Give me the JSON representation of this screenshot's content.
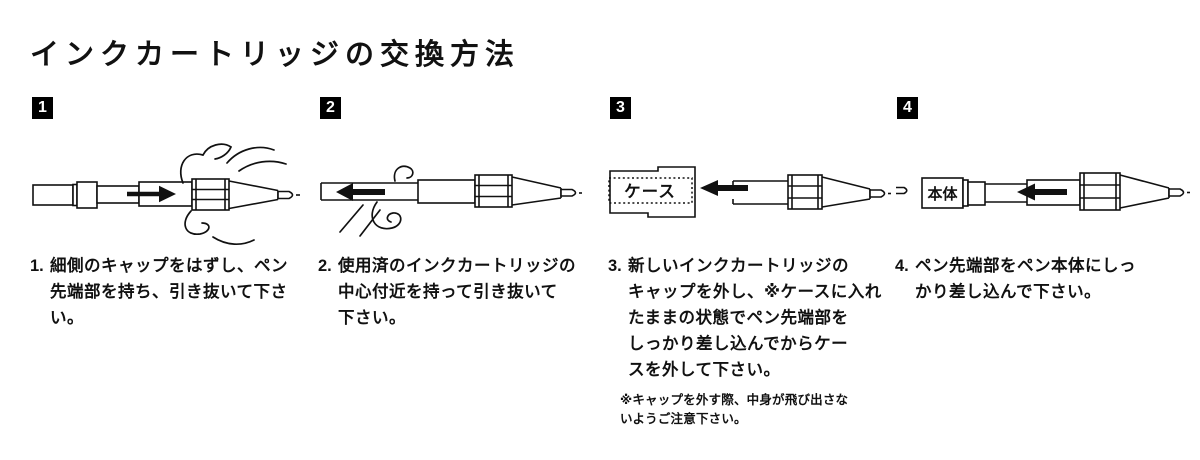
{
  "page": {
    "title": "インクカートリッジの交換方法",
    "background_color": "#ffffff",
    "ink_color": "#111111"
  },
  "steps": [
    {
      "number": "1",
      "num_label": "1.",
      "text": "細側のキャップをはずし、ペン\n先端部を持ち、引き抜いて下さ\nい。",
      "illustration": "full-pen-hand-pulling-tip-section",
      "arrow_direction": "right"
    },
    {
      "number": "2",
      "num_label": "2.",
      "text": "使用済のインクカートリッジの\n中心付近を持って引き抜いて\n下さい。",
      "illustration": "hand-pulling-used-cartridge",
      "arrow_direction": "left"
    },
    {
      "number": "3",
      "num_label": "3.",
      "text": "新しいインクカートリッジの\nキャップを外し、※ケースに入れ\nたままの状態でペン先端部を\nしっかり差し込んでからケー\nスを外して下さい。",
      "note": "※キャップを外す際、中身が飛び出さな\nいようご注意下さい。",
      "case_label": "ケース",
      "illustration": "cartridge-inserted-into-case",
      "arrow_direction": "left"
    },
    {
      "number": "4",
      "num_label": "4.",
      "text": "ペン先端部をペン本体にしっ\nかり差し込んで下さい。",
      "body_label": "本体",
      "illustration": "cartridge-inserted-into-pen-body",
      "arrow_direction": "left"
    }
  ]
}
